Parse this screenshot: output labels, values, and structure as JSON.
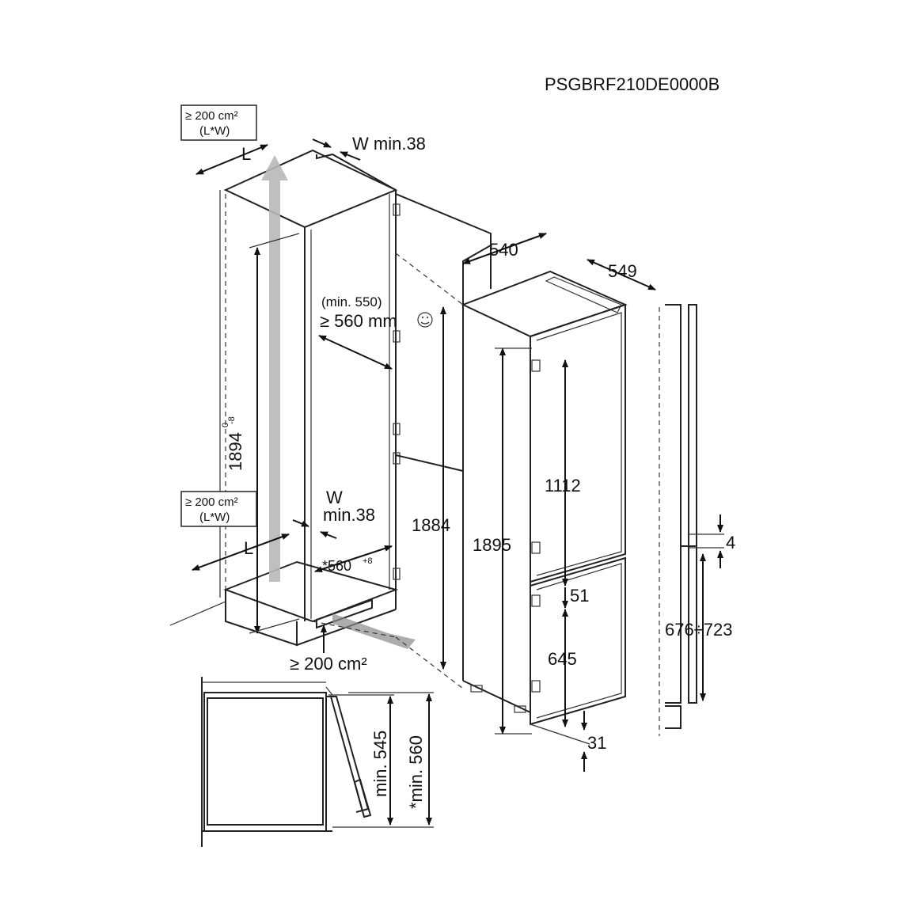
{
  "model_code": "PSGBRF210DE0000B",
  "vent_top": {
    "area_line1": "≥ 200 cm²",
    "area_line2": "(L*W)",
    "l_label": "L",
    "w_label": "W min.38"
  },
  "vent_bottom": {
    "area_line1": "≥ 200 cm²",
    "area_line2": "(L*W)",
    "l_label": "L",
    "w_label_1": "W",
    "w_label_2": "min.38"
  },
  "niche": {
    "height": "1894",
    "height_tol_upper": "0",
    "height_tol_lower": "-8",
    "width": "*560",
    "width_tol": "+8",
    "depth_line1": "(min. 550)",
    "depth_line2": "≥ 560 mm",
    "base_vent": "≥ 200 cm²"
  },
  "appliance": {
    "width": "540",
    "depth": "549",
    "total_height": "1884",
    "door_height": "1895",
    "upper_door": "1112",
    "gap": "51",
    "lower_door": "645",
    "bottom_gap": "31"
  },
  "door_side": {
    "gap": "4",
    "range": "676÷723"
  },
  "side_section": {
    "min_depth_1": "min. 545",
    "min_depth_2": "*min. 560"
  },
  "colors": {
    "line": "#222222",
    "airflow": "#b8b8b8",
    "background": "#ffffff"
  }
}
